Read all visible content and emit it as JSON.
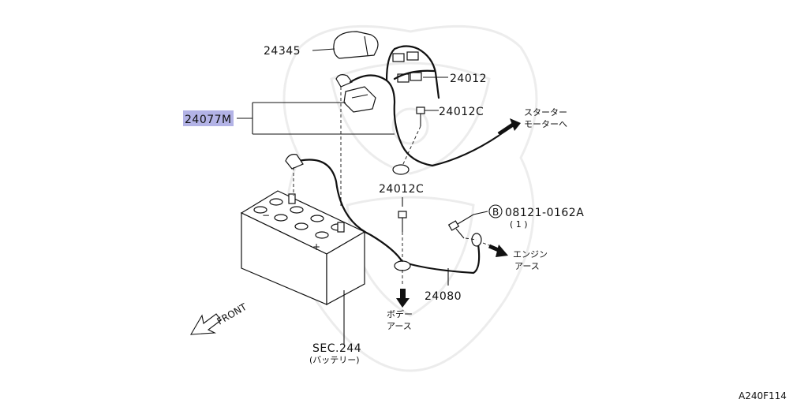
{
  "diagram": {
    "figure_code": "A240F114",
    "highlight_color": "#b3b3e6",
    "watermark": "crest-watermark",
    "labels": {
      "p24345": "24345",
      "p24012": "24012",
      "p24012c_top": "24012C",
      "p24077m": "24077M",
      "p24012c_mid": "24012C",
      "p08121": "08121-0162A",
      "p08121_qty": "( 1 )",
      "p08121_marker": "B",
      "p24080": "24080",
      "sec244": "SEC.244",
      "sec244_sub": "(バッテリー)",
      "front": "FRONT",
      "starter_line1": "スターター",
      "starter_line2": "モーターへ",
      "engine_line1": "エンジン",
      "engine_line2": "アース",
      "body_line1": "ボデー",
      "body_line2": "アース"
    }
  }
}
